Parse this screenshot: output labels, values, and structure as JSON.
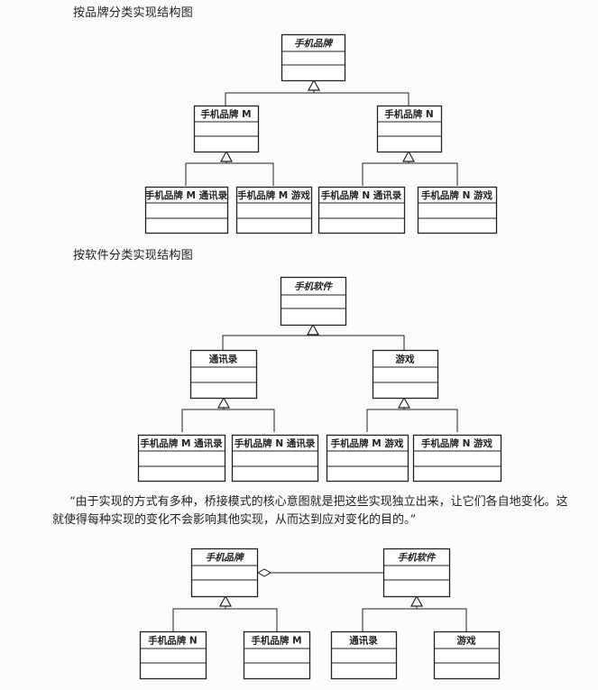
{
  "headings": {
    "by_brand": "按品牌分类实现结构图",
    "by_software": "按软件分类实现结构图"
  },
  "quote": {
    "line1": "“由于实现的方式有多种，桥接模式的核心意图就是把这些实现独立出来，让它们各自地变化。这",
    "line2": "就使得每种实现的变化不会影响其他实现，从而达到应对变化的目的。”"
  },
  "diagram_brand": {
    "root": "手机品牌",
    "mid": [
      "手机品牌 M",
      "手机品牌 N"
    ],
    "leaves": [
      "手机品牌 M 通讯录",
      "手机品牌 M 游戏",
      "手机品牌 N 通讯录",
      "手机品牌 N 游戏"
    ]
  },
  "diagram_software": {
    "root": "手机软件",
    "mid": [
      "通讯录",
      "游戏"
    ],
    "leaves": [
      "手机品牌 M 通讯录",
      "手机品牌 N 通讯录",
      "手机品牌 M 游戏",
      "手机品牌 N 游戏"
    ]
  },
  "diagram_bridge": {
    "abstraction": "手机品牌",
    "implementor": "手机软件",
    "abstraction_children": [
      "手机品牌 N",
      "手机品牌 M"
    ],
    "implementor_children": [
      "通讯录",
      "游戏"
    ]
  }
}
